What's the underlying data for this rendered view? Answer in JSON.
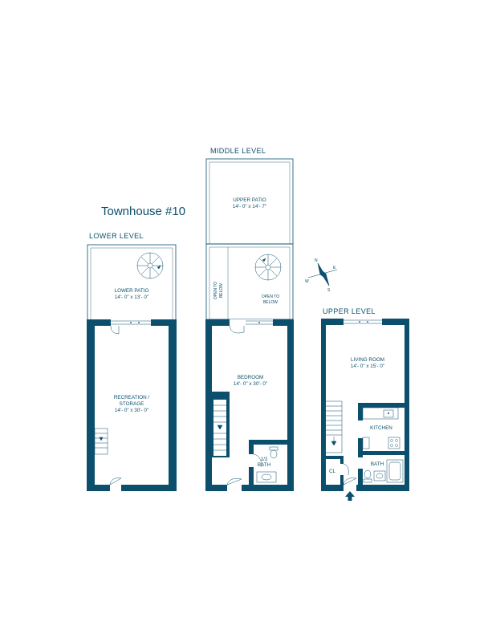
{
  "title": "Townhouse #10",
  "levels": {
    "lower": "LOWER LEVEL",
    "middle": "MIDDLE LEVEL",
    "upper": "UPPER LEVEL"
  },
  "rooms": {
    "lower_patio": {
      "name": "LOWER PATIO",
      "dims": "14'- 0\" x 13'- 0\""
    },
    "recreation": {
      "name1": "RECREATION /",
      "name2": "STORAGE",
      "dims": "14'- 0\" x 30'- 0\""
    },
    "upper_patio": {
      "name": "UPPER PATIO",
      "dims": "14'- 0\" x 14'- 7\""
    },
    "open_left": {
      "line1": "OPEN TO",
      "line2": "BELOW"
    },
    "open_right": {
      "line1": "OPEN TO",
      "line2": "BELOW"
    },
    "bedroom": {
      "name": "BEDROOM",
      "dims": "14'- 0\" x 30'- 0\""
    },
    "half_bath": {
      "line1": "1/2",
      "line2": "BATH"
    },
    "living_room": {
      "name": "LIVING ROOM",
      "dims": "14'- 0\" x 15'- 0\""
    },
    "kitchen": {
      "name": "KITCHEN"
    },
    "bath": {
      "name": "BATH"
    },
    "closet": {
      "name": "CL"
    }
  },
  "compass": {
    "n": "N",
    "e": "E",
    "s": "S",
    "w": "W"
  },
  "colors": {
    "wall": "#0b4f6c",
    "line": "#0b4f6c",
    "background": "#ffffff"
  }
}
